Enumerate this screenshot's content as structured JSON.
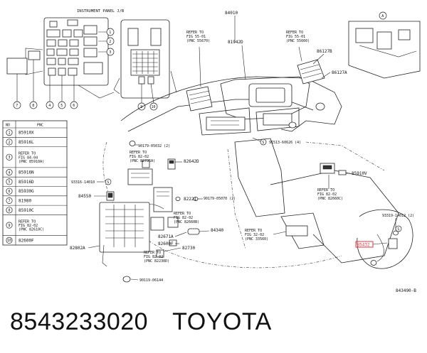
{
  "header": {
    "junction_title": "INSTRUMENT PANEL J/B",
    "view_marker": "A"
  },
  "callouts": [
    "1",
    "2",
    "3",
    "4",
    "5",
    "6",
    "7",
    "8",
    "9",
    "10"
  ],
  "legend": {
    "col_no": "NO",
    "col_pnc": "PNC",
    "rows": [
      {
        "no": "1",
        "pnc": [
          "85910X"
        ]
      },
      {
        "no": "2",
        "pnc": [
          "85916L"
        ]
      },
      {
        "no": "3",
        "pnc": [
          "REFER TO",
          "FIG 84-04",
          "(PNC 85910A)"
        ]
      },
      {
        "no": "4",
        "pnc": [
          "85916N"
        ]
      },
      {
        "no": "5",
        "pnc": [
          "85916D"
        ]
      },
      {
        "no": "6",
        "pnc": [
          "85930G"
        ]
      },
      {
        "no": "7",
        "pnc": [
          "81980"
        ]
      },
      {
        "no": "8",
        "pnc": [
          "85910C"
        ]
      },
      {
        "no": "9",
        "pnc": [
          "REFER TO",
          "FIG 82-02",
          "(PNC 82610C)"
        ]
      },
      {
        "no": "10",
        "pnc": [
          "82600F"
        ]
      }
    ]
  },
  "parts": {
    "p84010": "84010",
    "p81942d": "81942D",
    "p86127b": "86127B",
    "p86127a": "86127A",
    "p90179_05032": "90179-05032 (2)",
    "p82642d": "82642D",
    "p93316_14010": "93316-14010",
    "p84550": "84550",
    "p82221": "82221",
    "p90179_05070": "90179-05070 (2)",
    "p82671a": "82671A",
    "p82600f": "82600F",
    "p84340": "84340",
    "p82730": "82730",
    "p82802a": "82802A",
    "p90119_06144": "90119-06144",
    "p91513_60626": "91513-60626 (4)",
    "p85910v": "85910V",
    "p85432": "85432",
    "p93319_14012": "93319-14012 (2)"
  },
  "refers": {
    "r1": [
      "REFER TO",
      "FIG 55-01",
      "(PNC 55670)"
    ],
    "r2": [
      "REFER TO",
      "FIG 55-01",
      "(PNC 55660)"
    ],
    "r3": [
      "REFER TO",
      "FIG 82-02",
      "(PNC 82735A)"
    ],
    "r4": [
      "REFER TO",
      "FIG 82-02",
      "(PNC 82660B)"
    ],
    "r5": [
      "REFER TO",
      "FIG 82-02",
      "(PNC 82230D)"
    ],
    "r6": [
      "REFER TO",
      "FIG 82-02",
      "(PNC 82660C)"
    ],
    "r7": [
      "REFER TO",
      "FIG 32-02",
      "(PNC 33560)"
    ]
  },
  "figure_code": "843490-B",
  "caption": {
    "part_number": "8543233020",
    "brand": "TOYOTA"
  },
  "colors": {
    "highlight": "#e8343f",
    "ink": "#111111"
  }
}
